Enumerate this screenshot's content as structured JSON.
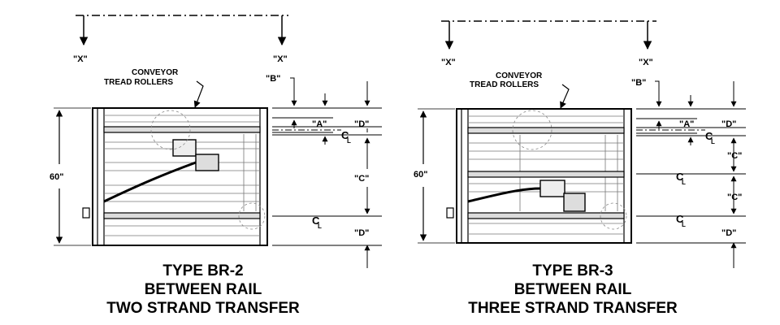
{
  "left": {
    "dim_x_left": "\"X\"",
    "dim_x_right": "\"X\"",
    "rollers_line1": "CONVEYOR",
    "rollers_line2": "TREAD ROLLERS",
    "dim_b": "\"B\"",
    "dim_a": "\"A\"",
    "dim_d_top": "\"D\"",
    "dim_c": "\"C\"",
    "dim_d_bottom": "\"D\"",
    "dim_60": "60\"",
    "centerline_1": "C",
    "centerline_1_sub": "L",
    "centerline_2": "C",
    "centerline_2_sub": "L",
    "title_line1": "TYPE BR-2",
    "title_line2": "BETWEEN RAIL",
    "title_line3": "TWO STRAND TRANSFER"
  },
  "right": {
    "dim_x_left": "\"X\"",
    "dim_x_right": "\"X\"",
    "rollers_line1": "CONVEYOR",
    "rollers_line2": "TREAD ROLLERS",
    "dim_b": "\"B\"",
    "dim_a": "\"A\"",
    "dim_d_top": "\"D\"",
    "dim_c_upper": "\"C\"",
    "dim_c_lower": "\"C\"",
    "dim_d_bottom": "\"D\"",
    "dim_60": "60\"",
    "centerline_1": "C",
    "centerline_1_sub": "L",
    "centerline_2": "C",
    "centerline_2_sub": "L",
    "centerline_3": "C",
    "centerline_3_sub": "L",
    "title_line1": "TYPE BR-3",
    "title_line2": "BETWEEN RAIL",
    "title_line3": "THREE STRAND TRANSFER"
  }
}
